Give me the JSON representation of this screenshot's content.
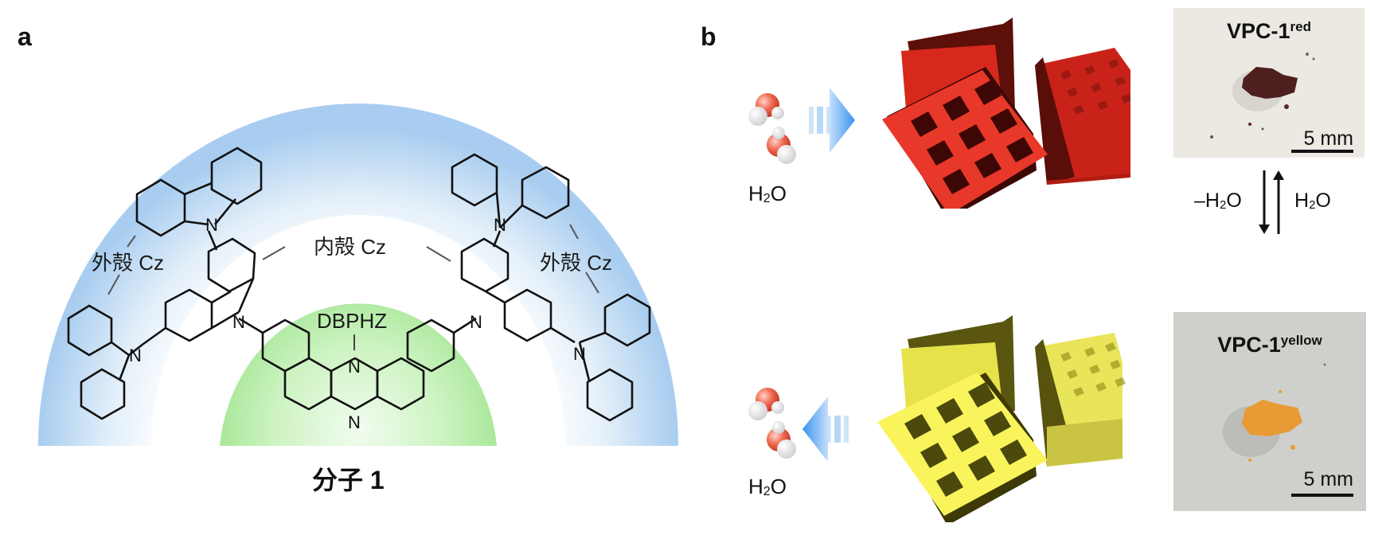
{
  "panel_a": {
    "letter": "a",
    "outer_shell_label_left": "外殻 Cz",
    "outer_shell_label_right": "外殻 Cz",
    "inner_shell_label": "内殻 Cz",
    "core_label": "DBPHZ",
    "molecule_title": "分子 1",
    "atom_label": "N",
    "colors": {
      "outer_shell": "#b7d6f3",
      "core": "#9fe38f"
    }
  },
  "panel_b": {
    "letter": "b",
    "top": {
      "water_label_main": "H",
      "water_label_sub": "2",
      "water_label_end": "O",
      "arrow_direction": "right",
      "crystal_color": "#e8382a"
    },
    "bottom": {
      "water_label_main": "H",
      "water_label_sub": "2",
      "water_label_end": "O",
      "arrow_direction": "left",
      "crystal_color": "#f7f25a"
    },
    "photo_red": {
      "title_main": "VPC-1",
      "title_sup": "red",
      "scale_label": "5 mm",
      "powder_color": "#5a2424"
    },
    "photo_yellow": {
      "title_main": "VPC-1",
      "title_sup": "yellow",
      "scale_label": "5 mm",
      "powder_color": "#e99a35"
    },
    "reversible": {
      "left_prefix": "–H",
      "left_sub": "2",
      "left_end": "O",
      "right_main": "H",
      "right_sub": "2",
      "right_end": "O"
    }
  }
}
